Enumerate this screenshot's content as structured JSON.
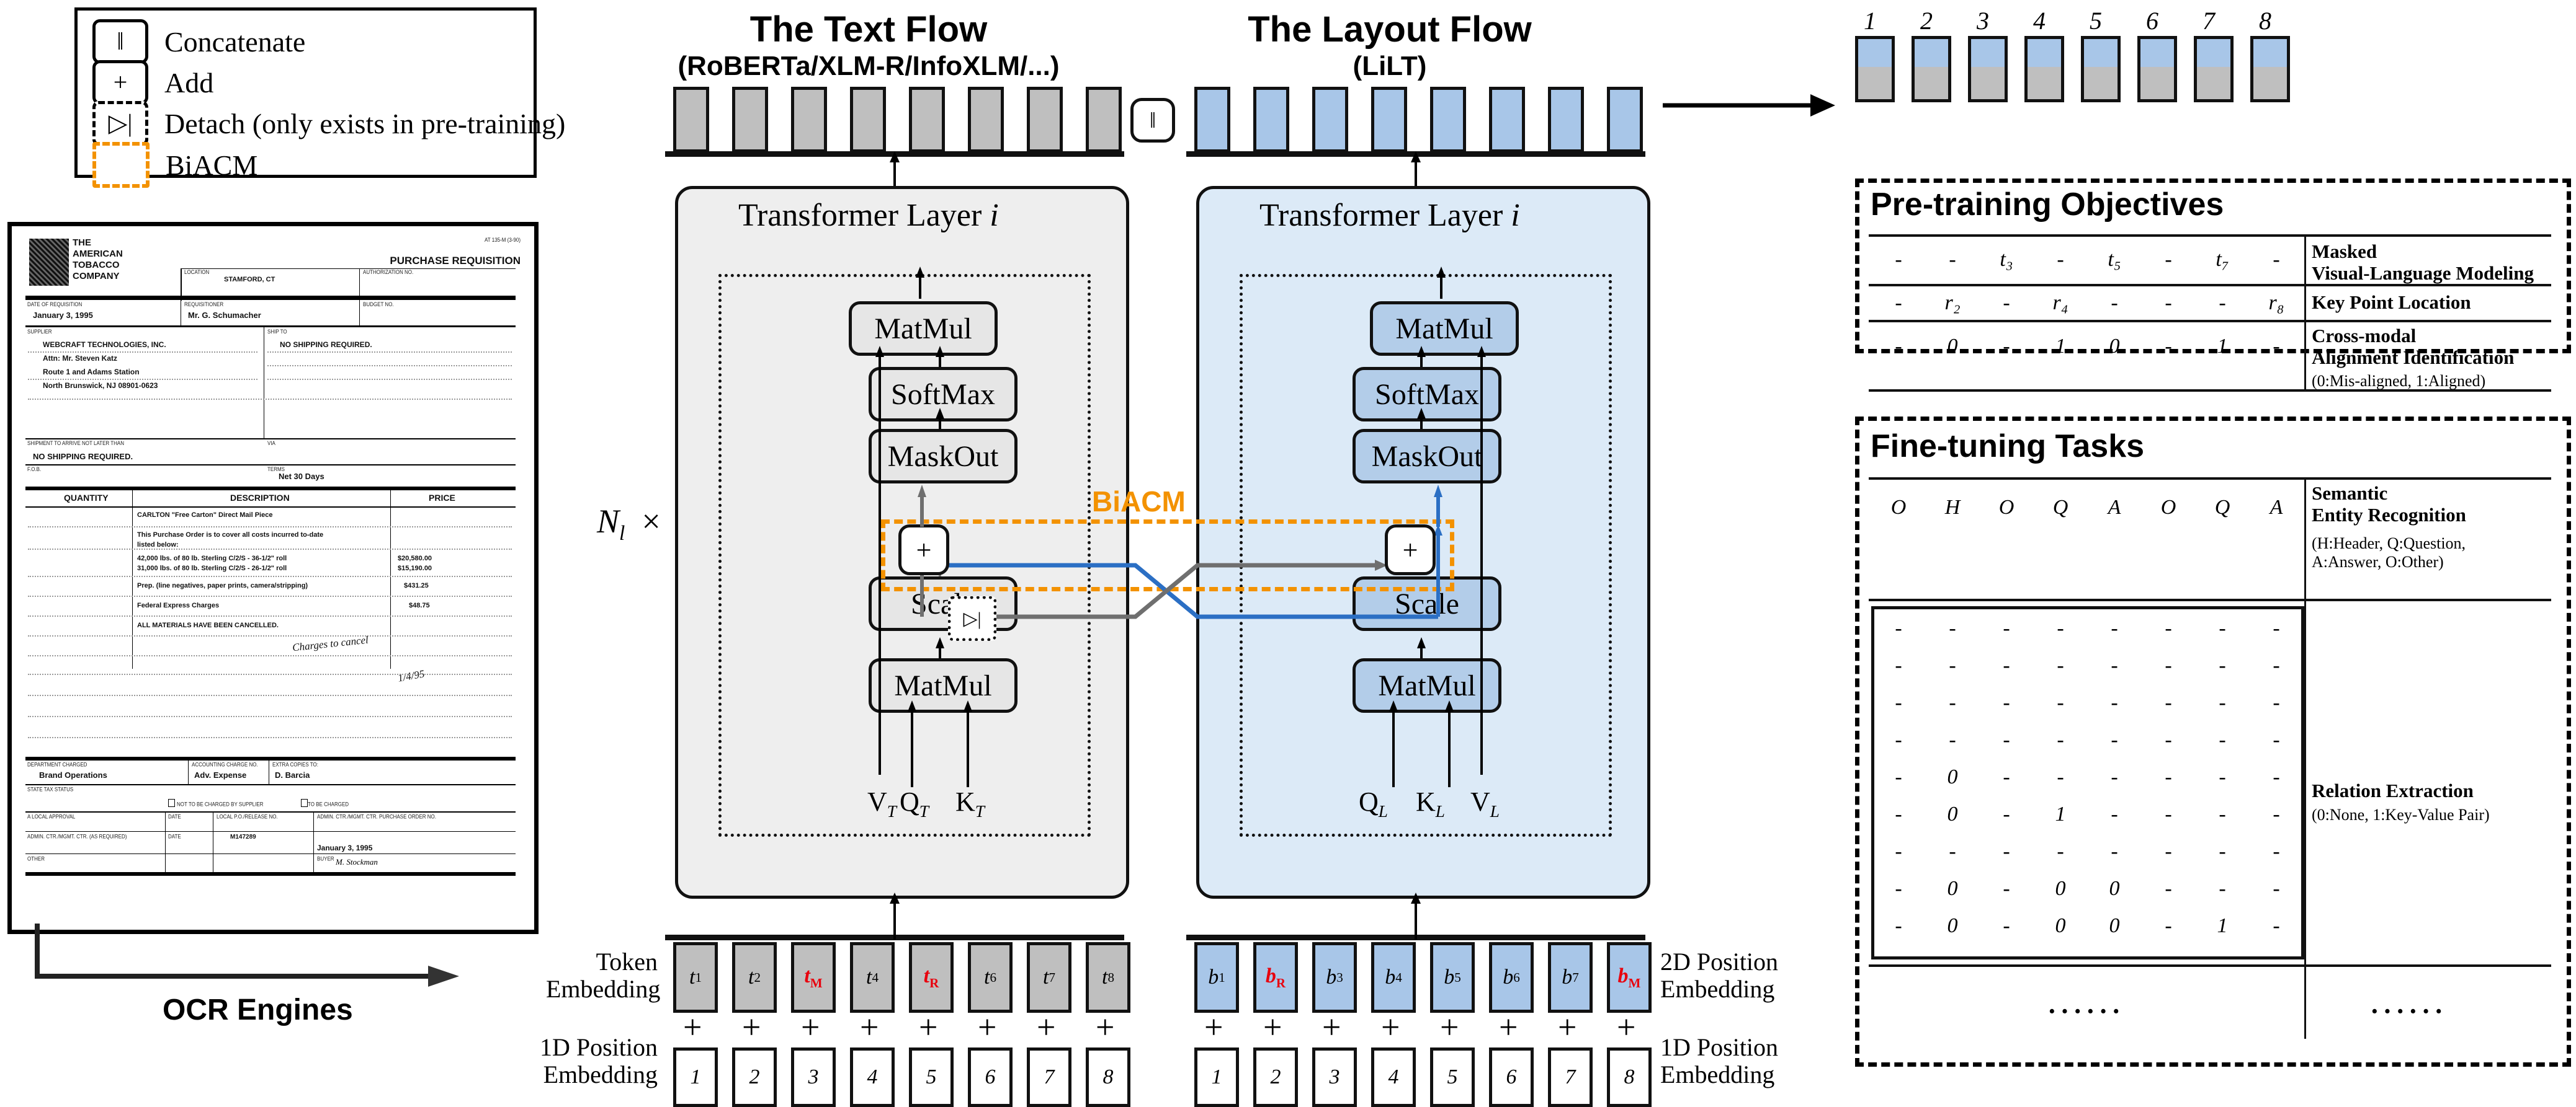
{
  "legend": {
    "items": [
      {
        "symbol": "‖",
        "label": "Concatenate",
        "style": "solid"
      },
      {
        "symbol": "+",
        "label": "Add",
        "style": "solid"
      },
      {
        "symbol": "▷|",
        "label": "Detach (only exists in pre-training)",
        "style": "dashed"
      },
      {
        "symbol": "",
        "label": "BiACM",
        "style": "orange-dashed"
      }
    ]
  },
  "document": {
    "company": "THE AMERICAN TOBACCO COMPANY",
    "company_lines": [
      "THE",
      "AMERICAN",
      "TOBACCO",
      "COMPANY"
    ],
    "form_code": "AT 135-M (3-90)",
    "title": "PURCHASE REQUISITION",
    "fields": [
      {
        "label": "LOCATION",
        "value": "STAMFORD, CT"
      },
      {
        "label": "AUTHORIZATION NO.",
        "value": ""
      },
      {
        "label": "DATE OF REQUISITION",
        "value": "January 3, 1995"
      },
      {
        "label": "REQUISITIONER",
        "value": "Mr. G. Schumacher"
      },
      {
        "label": "BUDGET NO.",
        "value": ""
      },
      {
        "label": "SUPPLIER",
        "value": ""
      },
      {
        "label": "SHIP TO",
        "value": "NO SHIPPING REQUIRED."
      },
      {
        "label": "SHIPMENT TO ARRIVE NOT LATER THAN",
        "value": "NO SHIPPING REQUIRED."
      },
      {
        "label": "VIA",
        "value": ""
      },
      {
        "label": "F.O.B.",
        "value": ""
      },
      {
        "label": "TERMS",
        "value": "Net 30 Days"
      }
    ],
    "supplier_lines": [
      "WEBCRAFT TECHNOLOGIES, INC.",
      "Attn: Mr. Steven Katz",
      "Route 1 and Adams Station",
      "North Brunswick, NJ 08901-0623"
    ],
    "table_headers": [
      "QUANTITY",
      "DESCRIPTION",
      "PRICE"
    ],
    "table_rows": [
      {
        "desc": "CARLTON \"Free Carton\" Direct Mail Piece",
        "price": ""
      },
      {
        "desc": "This Purchase Order is to cover all costs incurred to-date",
        "price": ""
      },
      {
        "desc": "listed below:",
        "price": ""
      },
      {
        "desc": "42,000 lbs. of 80 lb. Sterling C/2/S - 36-1/2\" roll",
        "price": "$20,580.00"
      },
      {
        "desc": "31,000 lbs. of 80 lb. Sterling C/2/S - 26-1/2\" roll",
        "price": "$15,190.00"
      },
      {
        "desc": "Prep. (line negatives, paper prints, camera/stripping)",
        "price": "$431.25"
      },
      {
        "desc": "Federal Express Charges",
        "price": "$48.75"
      },
      {
        "desc": "ALL MATERIALS HAVE BEEN CANCELLED.",
        "price": ""
      }
    ],
    "handwriting": "Charges to cancel",
    "handwriting_date": "1/4/95",
    "footer": [
      {
        "label": "DEPARTMENT CHARGED",
        "value": "Brand Operations"
      },
      {
        "label": "ACCOUNTING CHARGE NO.",
        "value": "Adv. Expense"
      },
      {
        "label": "EXTRA COPIES TO:",
        "value": "D. Barcia"
      },
      {
        "label": "STATE TAX STATUS",
        "value": ""
      }
    ],
    "checkboxes": [
      "NOT TO BE CHARGED BY SUPPLIER",
      "TO BE CHARGED"
    ],
    "approval": [
      {
        "label": "A   LOCAL APPROVAL",
        "value": ""
      },
      {
        "label": "DATE",
        "value": ""
      },
      {
        "label": "LOCAL P.O./RELEASE NO.",
        "value": "M147289"
      },
      {
        "label": "ADMIN. CTR./MGMT. CTR. PURCHASE ORDER NO.",
        "value": ""
      },
      {
        "label": "ADMIN. CTR./MGMT. CTR. (AS REQUIRED)",
        "value": ""
      },
      {
        "label": "DATE",
        "value": "January 3, 1995"
      },
      {
        "label": "OTHER",
        "value": ""
      },
      {
        "label": "BUYER",
        "value": "M. Stockman"
      }
    ]
  },
  "ocr_label": "OCR Engines",
  "text_flow": {
    "title": "The Text Flow",
    "subtitle": "(RoBERTa/XLM-R/InfoXLM/...)",
    "layer_title": "Transformer Layer i",
    "blocks": [
      "MatMul",
      "SoftMax",
      "MaskOut",
      "Scale",
      "MatMul"
    ],
    "qkv": [
      "V",
      "Q",
      "K"
    ],
    "qkv_sub": "T",
    "repeat_label": "N",
    "repeat_sub": "l",
    "repeat_times": "×"
  },
  "layout_flow": {
    "title": "The Layout Flow",
    "subtitle": "(LiLT)",
    "layer_title": "Transformer Layer i",
    "blocks": [
      "MatMul",
      "SoftMax",
      "MaskOut",
      "Scale",
      "MatMul"
    ],
    "qkv": [
      "Q",
      "K",
      "V"
    ],
    "qkv_sub": "L"
  },
  "biacm": {
    "label": "BiACM",
    "detach_symbol": "▷|",
    "add_symbol": "+"
  },
  "concat": {
    "symbol": "‖"
  },
  "embeddings": {
    "text_row_label_1": "Token",
    "text_row_label_2": "Embedding",
    "pos_row_label_1": "1D Position",
    "pos_row_label_2": "Embedding",
    "layout_row_label_1": "2D Position",
    "layout_row_label_2": "Embedding",
    "layout_pos_label_1": "1D Position",
    "layout_pos_label_2": "Embedding",
    "plus": "+",
    "text_tokens": [
      {
        "base": "t",
        "sub": "1",
        "red": false
      },
      {
        "base": "t",
        "sub": "2",
        "red": false
      },
      {
        "base": "t",
        "sub": "M",
        "red": true
      },
      {
        "base": "t",
        "sub": "4",
        "red": false
      },
      {
        "base": "t",
        "sub": "R",
        "red": true
      },
      {
        "base": "t",
        "sub": "6",
        "red": false
      },
      {
        "base": "t",
        "sub": "7",
        "red": false
      },
      {
        "base": "t",
        "sub": "8",
        "red": false
      }
    ],
    "layout_tokens": [
      {
        "base": "b",
        "sub": "1",
        "red": false
      },
      {
        "base": "b",
        "sub": "R",
        "red": true
      },
      {
        "base": "b",
        "sub": "3",
        "red": false
      },
      {
        "base": "b",
        "sub": "4",
        "red": false
      },
      {
        "base": "b",
        "sub": "5",
        "red": false
      },
      {
        "base": "b",
        "sub": "6",
        "red": false
      },
      {
        "base": "b",
        "sub": "7",
        "red": false
      },
      {
        "base": "b",
        "sub": "M",
        "red": true
      }
    ],
    "positions": [
      "1",
      "2",
      "3",
      "4",
      "5",
      "6",
      "7",
      "8"
    ]
  },
  "output": {
    "indices": [
      "1",
      "2",
      "3",
      "4",
      "5",
      "6",
      "7",
      "8"
    ]
  },
  "pretraining": {
    "title": "Pre-training Objectives",
    "rows": [
      {
        "values": [
          "-",
          "-",
          "t₃",
          "-",
          "t₅",
          "-",
          "t₇",
          "-"
        ],
        "name_lines": [
          "Masked",
          "Visual-Language Modeling"
        ],
        "note": ""
      },
      {
        "values": [
          "-",
          "r₂",
          "-",
          "r₄",
          "-",
          "-",
          "-",
          "r₈"
        ],
        "name_lines": [
          "Key Point Location"
        ],
        "note": ""
      },
      {
        "values": [
          "-",
          "0",
          "-",
          "1",
          "0",
          "-",
          "1",
          "-"
        ],
        "name_lines": [
          "Cross-modal",
          "Alignment Identification"
        ],
        "note": "(0:Mis-aligned, 1:Aligned)"
      }
    ]
  },
  "finetuning": {
    "title": "Fine-tuning Tasks",
    "ser": {
      "values": [
        "O",
        "H",
        "O",
        "Q",
        "A",
        "O",
        "Q",
        "A"
      ],
      "name_lines": [
        "Semantic",
        "Entity Recognition"
      ],
      "note_lines": [
        "(H:Header, Q:Question,",
        " A:Answer, O:Other)"
      ]
    },
    "re": {
      "name_lines": [
        "Relation Extraction"
      ],
      "note": "(0:None, 1:Key-Value Pair)",
      "matrix": [
        [
          "-",
          "-",
          "-",
          "-",
          "-",
          "-",
          "-",
          "-"
        ],
        [
          "-",
          "-",
          "-",
          "-",
          "-",
          "-",
          "-",
          "-"
        ],
        [
          "-",
          "-",
          "-",
          "-",
          "-",
          "-",
          "-",
          "-"
        ],
        [
          "-",
          "-",
          "-",
          "-",
          "-",
          "-",
          "-",
          "-"
        ],
        [
          "-",
          "0",
          "-",
          "-",
          "-",
          "-",
          "-",
          "-"
        ],
        [
          "-",
          "0",
          "-",
          "1",
          "-",
          "-",
          "-",
          "-"
        ],
        [
          "-",
          "-",
          "-",
          "-",
          "-",
          "-",
          "-",
          "-"
        ],
        [
          "-",
          "0",
          "-",
          "0",
          "0",
          "-",
          "-",
          "-"
        ],
        [
          "-",
          "0",
          "-",
          "0",
          "0",
          "-",
          "1",
          "-"
        ]
      ]
    },
    "ellipsis_left": "······",
    "ellipsis_right": "······"
  },
  "colors": {
    "text_gray": "#bfbfbf",
    "layout_blue": "#a8c6e8",
    "accent_orange": "#f39200",
    "mask_red": "#e8000d",
    "panel_gray": "#eeeeee",
    "panel_blue": "#dceaf7",
    "line_blue": "#2b6fc4",
    "line_gray": "#6f6f6f"
  }
}
